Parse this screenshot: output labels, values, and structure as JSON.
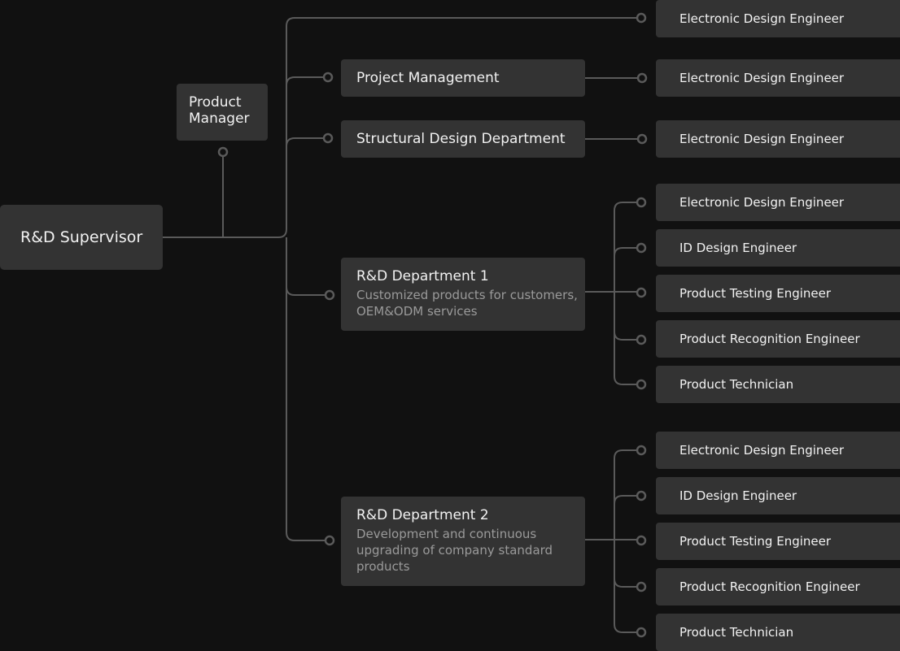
{
  "root": {
    "label": "R&D Supervisor"
  },
  "product_manager": {
    "label": "Product Manager"
  },
  "departments": [
    {
      "label": "Project Management"
    },
    {
      "label": "Structural Design Department"
    },
    {
      "label": "R&D Department 1",
      "description": "Customized products for customers, OEM&ODM services"
    },
    {
      "label": "R&D Department 2",
      "description": "Development and continuous upgrading of company standard products"
    }
  ],
  "direct_leaf": {
    "label": "Electronic Design Engineer"
  },
  "project_management_leaf": {
    "label": "Electronic Design Engineer"
  },
  "structural_leaf": {
    "label": "Electronic Design Engineer"
  },
  "rd1_leaves": [
    {
      "label": "Electronic Design Engineer"
    },
    {
      "label": "ID Design Engineer"
    },
    {
      "label": "Product Testing Engineer"
    },
    {
      "label": "Product Recognition Engineer"
    },
    {
      "label": "Product Technician"
    }
  ],
  "rd2_leaves": [
    {
      "label": "Electronic Design Engineer"
    },
    {
      "label": "ID Design Engineer"
    },
    {
      "label": "Product Testing Engineer"
    },
    {
      "label": "Product Recognition Engineer"
    },
    {
      "label": "Product Technician"
    }
  ],
  "colors": {
    "background": "#111111",
    "node": "#333333",
    "connector": "#5a5a5a",
    "text": "#f2f2f2",
    "subtext": "#9a9a9a"
  }
}
